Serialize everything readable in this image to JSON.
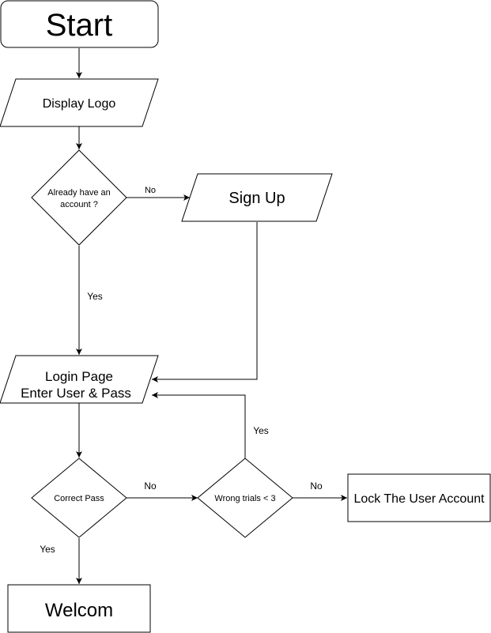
{
  "nodes": {
    "start": "Start",
    "display_logo": "Display Logo",
    "already_have_account_line1": "Already have an",
    "already_have_account_line2": "account ?",
    "sign_up": "Sign Up",
    "login_page_line1": "Login Page",
    "login_page_line2": "Enter User & Pass",
    "correct_pass": "Correct Pass",
    "wrong_trials": "Wrong trials < 3",
    "lock_account": "Lock The User Account",
    "welcome": "Welcom"
  },
  "edge_labels": {
    "account_no": "No",
    "account_yes": "Yes",
    "trials_yes": "Yes",
    "correct_no": "No",
    "trials_no": "No",
    "correct_yes": "Yes"
  },
  "colors": {
    "stroke": "#000000",
    "fill": "#ffffff",
    "text": "#000000"
  }
}
